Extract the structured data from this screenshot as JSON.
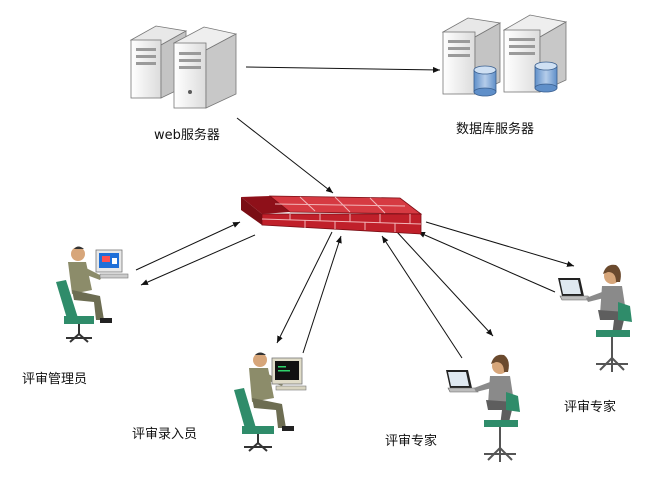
{
  "nodes": {
    "web_server": {
      "label": "web服务器"
    },
    "db_server": {
      "label": "数据库服务器"
    },
    "admin": {
      "label": "评审管理员"
    },
    "entry_clerk": {
      "label": "评审录入员"
    },
    "expert_1": {
      "label": "评审专家"
    },
    "expert_2": {
      "label": "评审专家"
    }
  },
  "colors": {
    "firewall": "#c0202a",
    "firewall_dark": "#8e1019",
    "server_body": "#f4f4f4",
    "server_side": "#c8c8c8",
    "cylinder": "#7fa8d8",
    "suit": "#8c8c6a",
    "chair": "#2f8c6a",
    "woman_top": "#8a8a8a",
    "arrow": "#111111"
  },
  "icons": [
    "server-icon",
    "database-icon",
    "firewall-icon",
    "person-computer-icon",
    "person-laptop-icon"
  ]
}
